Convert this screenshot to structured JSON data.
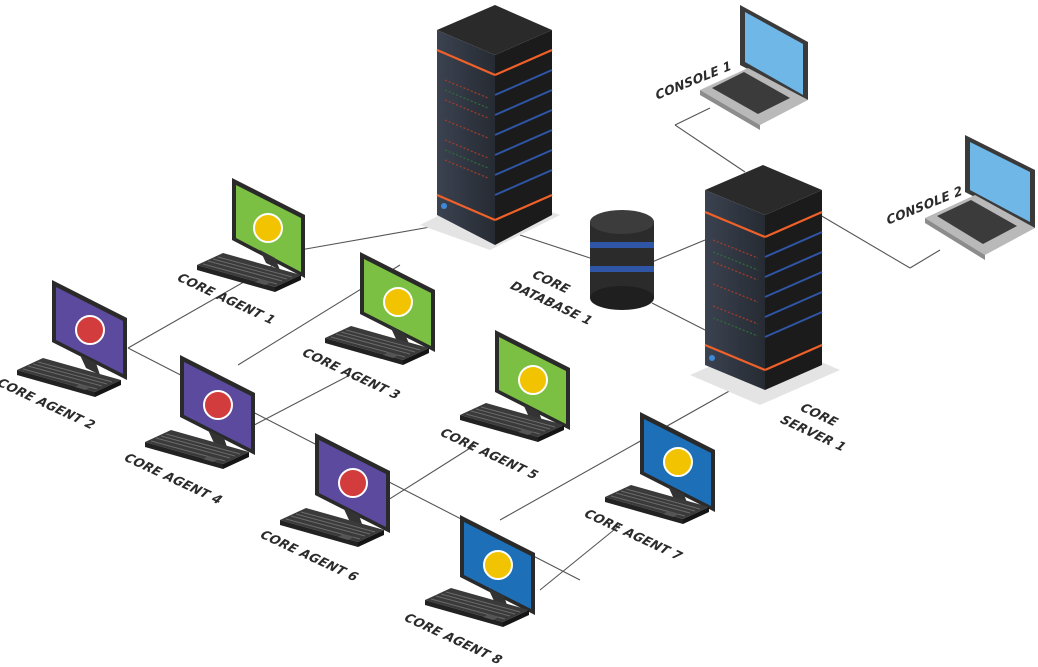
{
  "labels": {
    "console1": "CONSOLE 1",
    "console2": "CONSOLE 2",
    "database1_line1": "CORE",
    "database1_line2": "DATABASE 1",
    "server1_line1": "CORE",
    "server1_line2": "SERVER 1",
    "agent1": "CORE AGENT 1",
    "agent2": "CORE AGENT 2",
    "agent3": "CORE AGENT 3",
    "agent4": "CORE AGENT 4",
    "agent5": "CORE AGENT 5",
    "agent6": "CORE AGENT 6",
    "agent7": "CORE AGENT 7",
    "agent8": "CORE AGENT 8"
  },
  "colors": {
    "screen_green": "#7bc043",
    "screen_purple": "#5b4a9e",
    "screen_blue": "#1d6fb8",
    "laptop_screen": "#6fb7e6",
    "rack_orange": "#f0612a",
    "rack_blue": "#2f56a6",
    "link": "#555555"
  },
  "icons": {
    "green_agent_icon": "hands-icon",
    "purple_agent_icon": "helmet-icon",
    "blue_agent_icon": "hammer-icon"
  }
}
